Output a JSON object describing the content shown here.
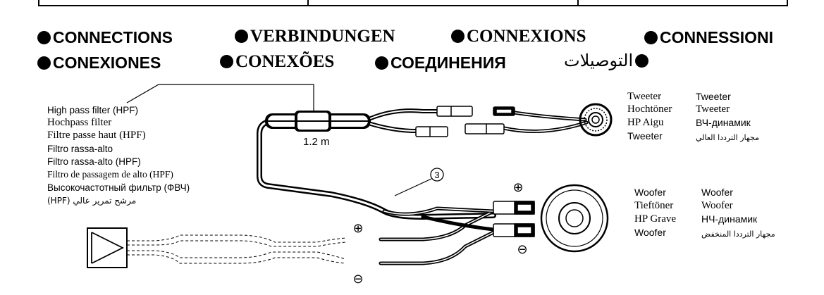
{
  "headings": {
    "row1": [
      "CONNECTIONS",
      "VERBINDUNGEN",
      "CONNEXIONS",
      "CONNESSIONI"
    ],
    "row2": [
      "CONEXIONES",
      "CONEXÕES",
      "СОЕДИНЕНИЯ",
      "التوصيلات"
    ]
  },
  "hpf_labels": [
    "High pass filter (HPF)",
    "Hochpass filter",
    "Filtre passe haut (HPF)",
    "Filtro rassa-alto",
    "Filtro rassa-alto (HPF)",
    "Filtro de passagem de alto (HPF)",
    "Высокочастотный фильтр (ФВЧ)",
    "(HPF) مرشح تمرير عالي"
  ],
  "cable_length": "1.2 m",
  "item_number": "3",
  "polarity": {
    "plus": "⊕",
    "minus": "⊖"
  },
  "tweeter_labels": {
    "left": [
      "Tweeter",
      "Hochtöner",
      "HP Aigu",
      "Tweeter"
    ],
    "right": [
      "Tweeter",
      "Tweeter",
      "ВЧ-динамик",
      "مجهار الترددا العالي"
    ]
  },
  "woofer_labels": {
    "left": [
      "Woofer",
      "Tieftöner",
      "HP Grave",
      "Woofer"
    ],
    "right": [
      "Woofer",
      "Woofer",
      "НЧ-динамик",
      "مجهار الترددا المنخفض"
    ]
  }
}
